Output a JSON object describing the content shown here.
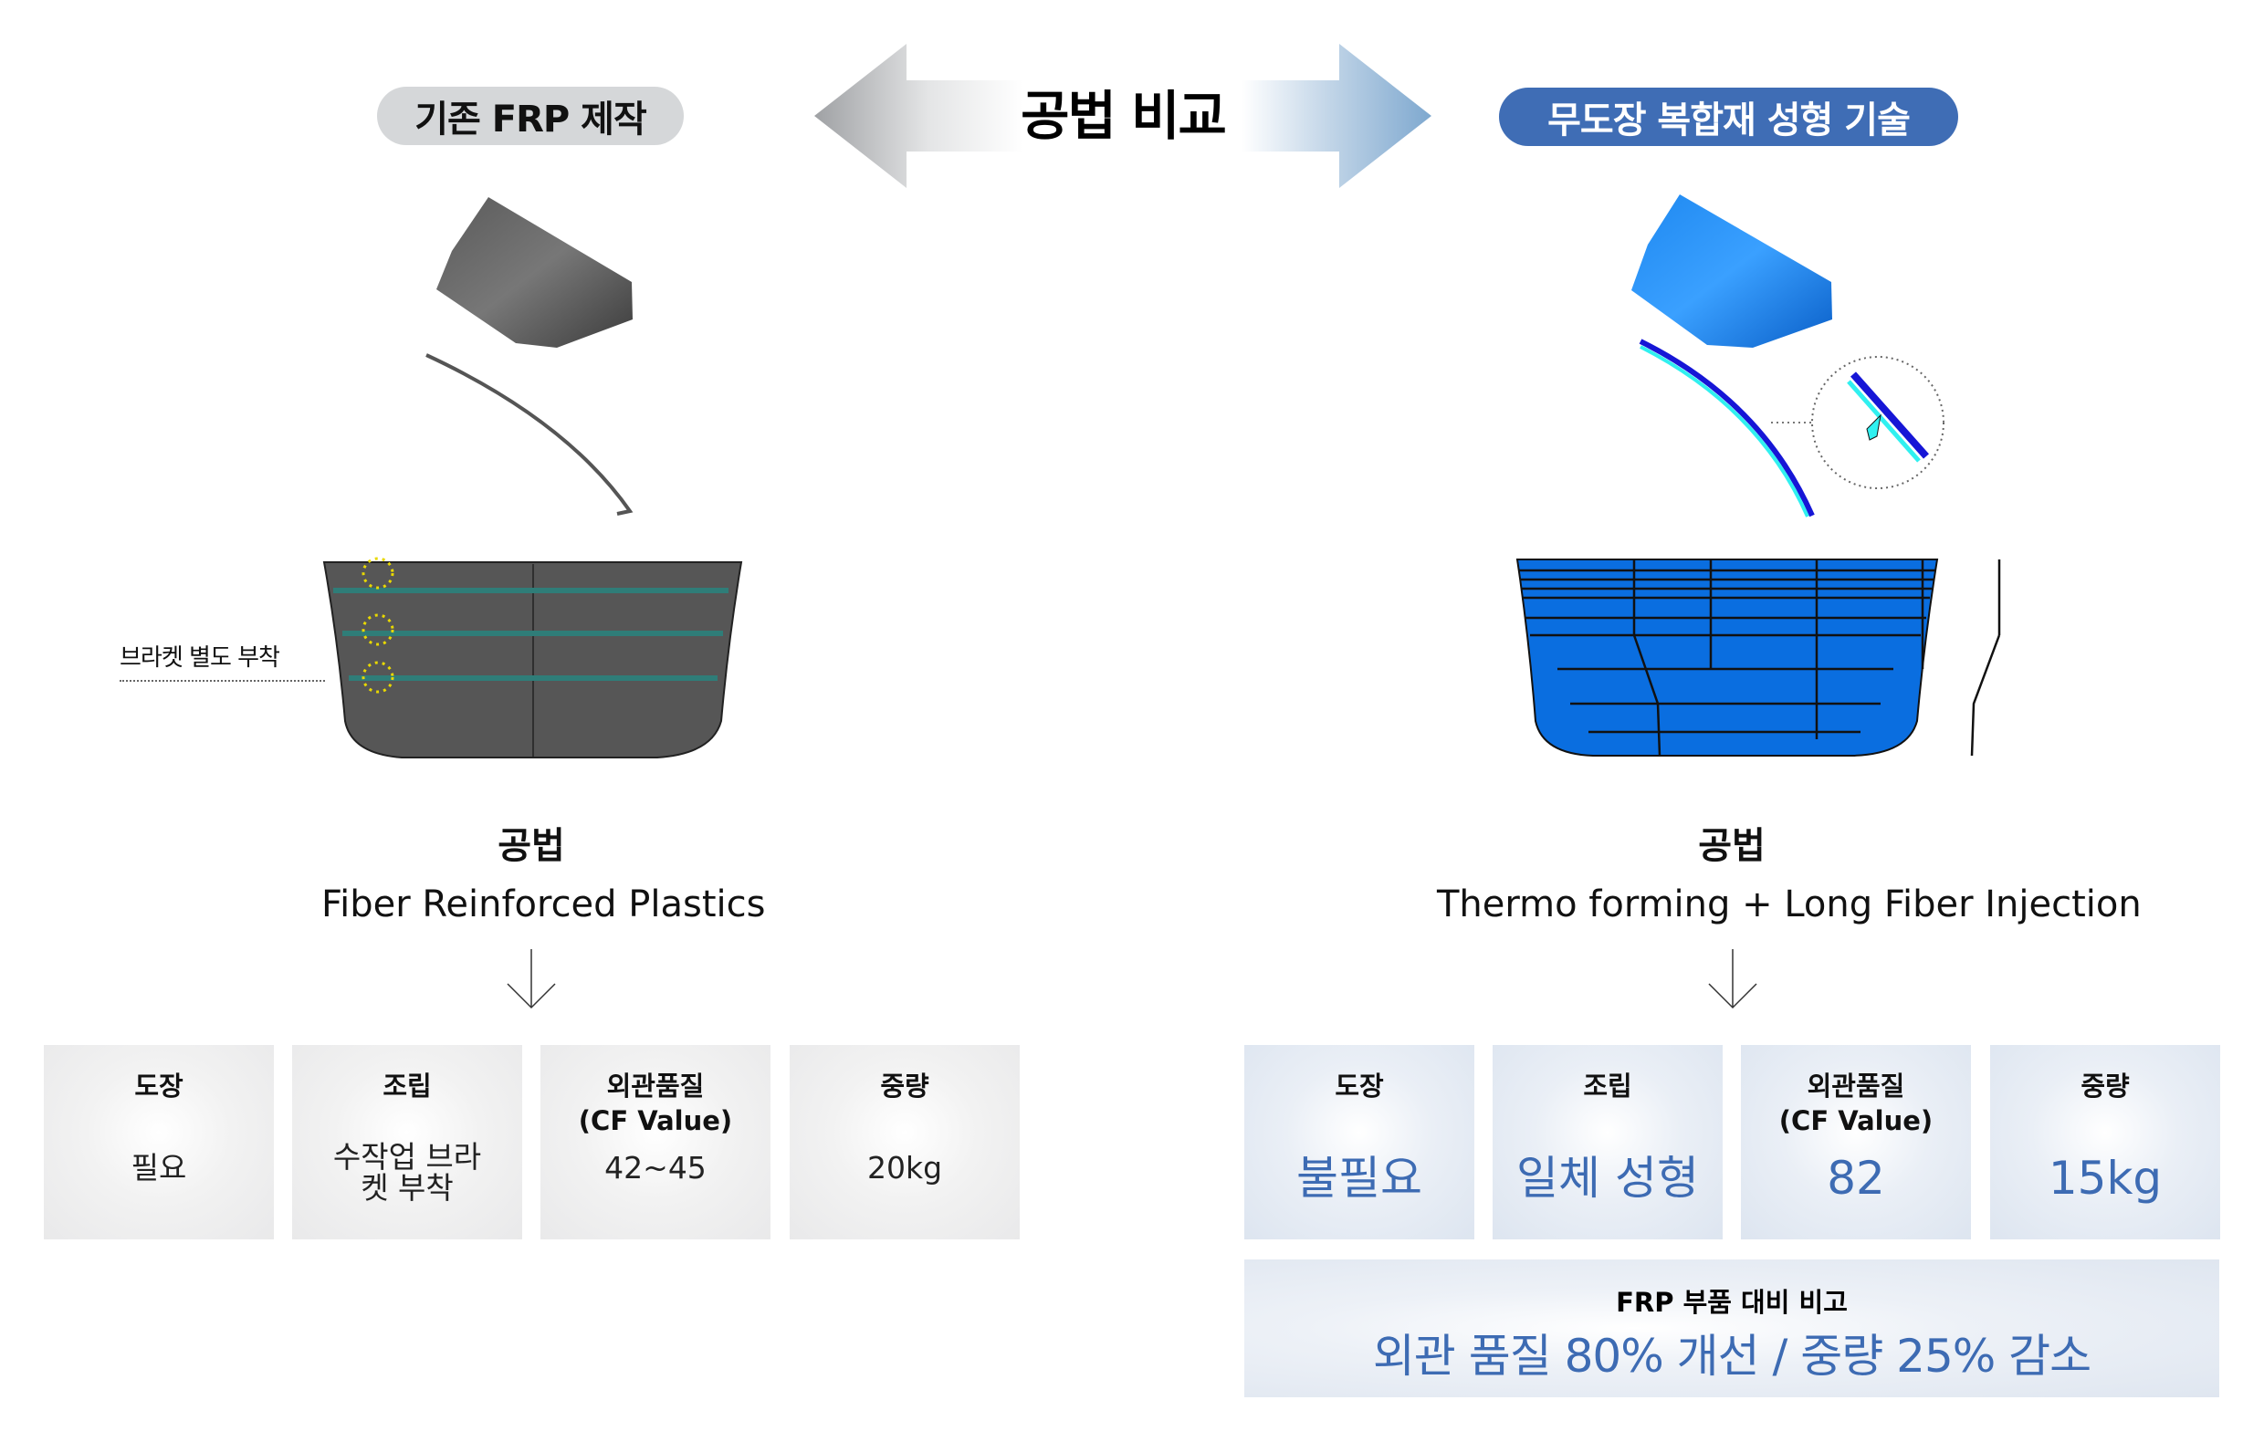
{
  "header": {
    "title": "공법 비교",
    "left_label": "기존 FRP 제작",
    "right_label": "무도장 복합재 성형 기술"
  },
  "colors": {
    "accent_blue": "#3f6db5",
    "value_blue": "#3d6bb3",
    "left_pill_bg": "#d5d7d9",
    "part_gray": "#4f4f4f",
    "part_blue": "#0a6ee0"
  },
  "left": {
    "callout": "브라켓 별도 부착",
    "method_heading": "공법",
    "method_name": "Fiber Reinforced Plastics",
    "cards": [
      {
        "label": "도장",
        "value": "필요"
      },
      {
        "label": "조립",
        "value": "수작업 브라켓 부착"
      },
      {
        "label": "외관품질\n(CF Value)",
        "label_line1": "외관품질",
        "label_line2": "(CF Value)",
        "value": "42~45"
      },
      {
        "label": "중량",
        "value": "20kg"
      }
    ]
  },
  "right": {
    "method_heading": "공법",
    "method_name": "Thermo forming + Long Fiber Injection",
    "cards": [
      {
        "label": "도장",
        "value": "불필요"
      },
      {
        "label": "조립",
        "value": "일체 성형"
      },
      {
        "label_line1": "외관품질",
        "label_line2": "(CF Value)",
        "value": "82"
      },
      {
        "label": "중량",
        "value": "15kg"
      }
    ],
    "summary": {
      "heading": "FRP 부품 대비 비고",
      "text": "외관 품질 80% 개선 / 중량 25% 감소"
    }
  }
}
